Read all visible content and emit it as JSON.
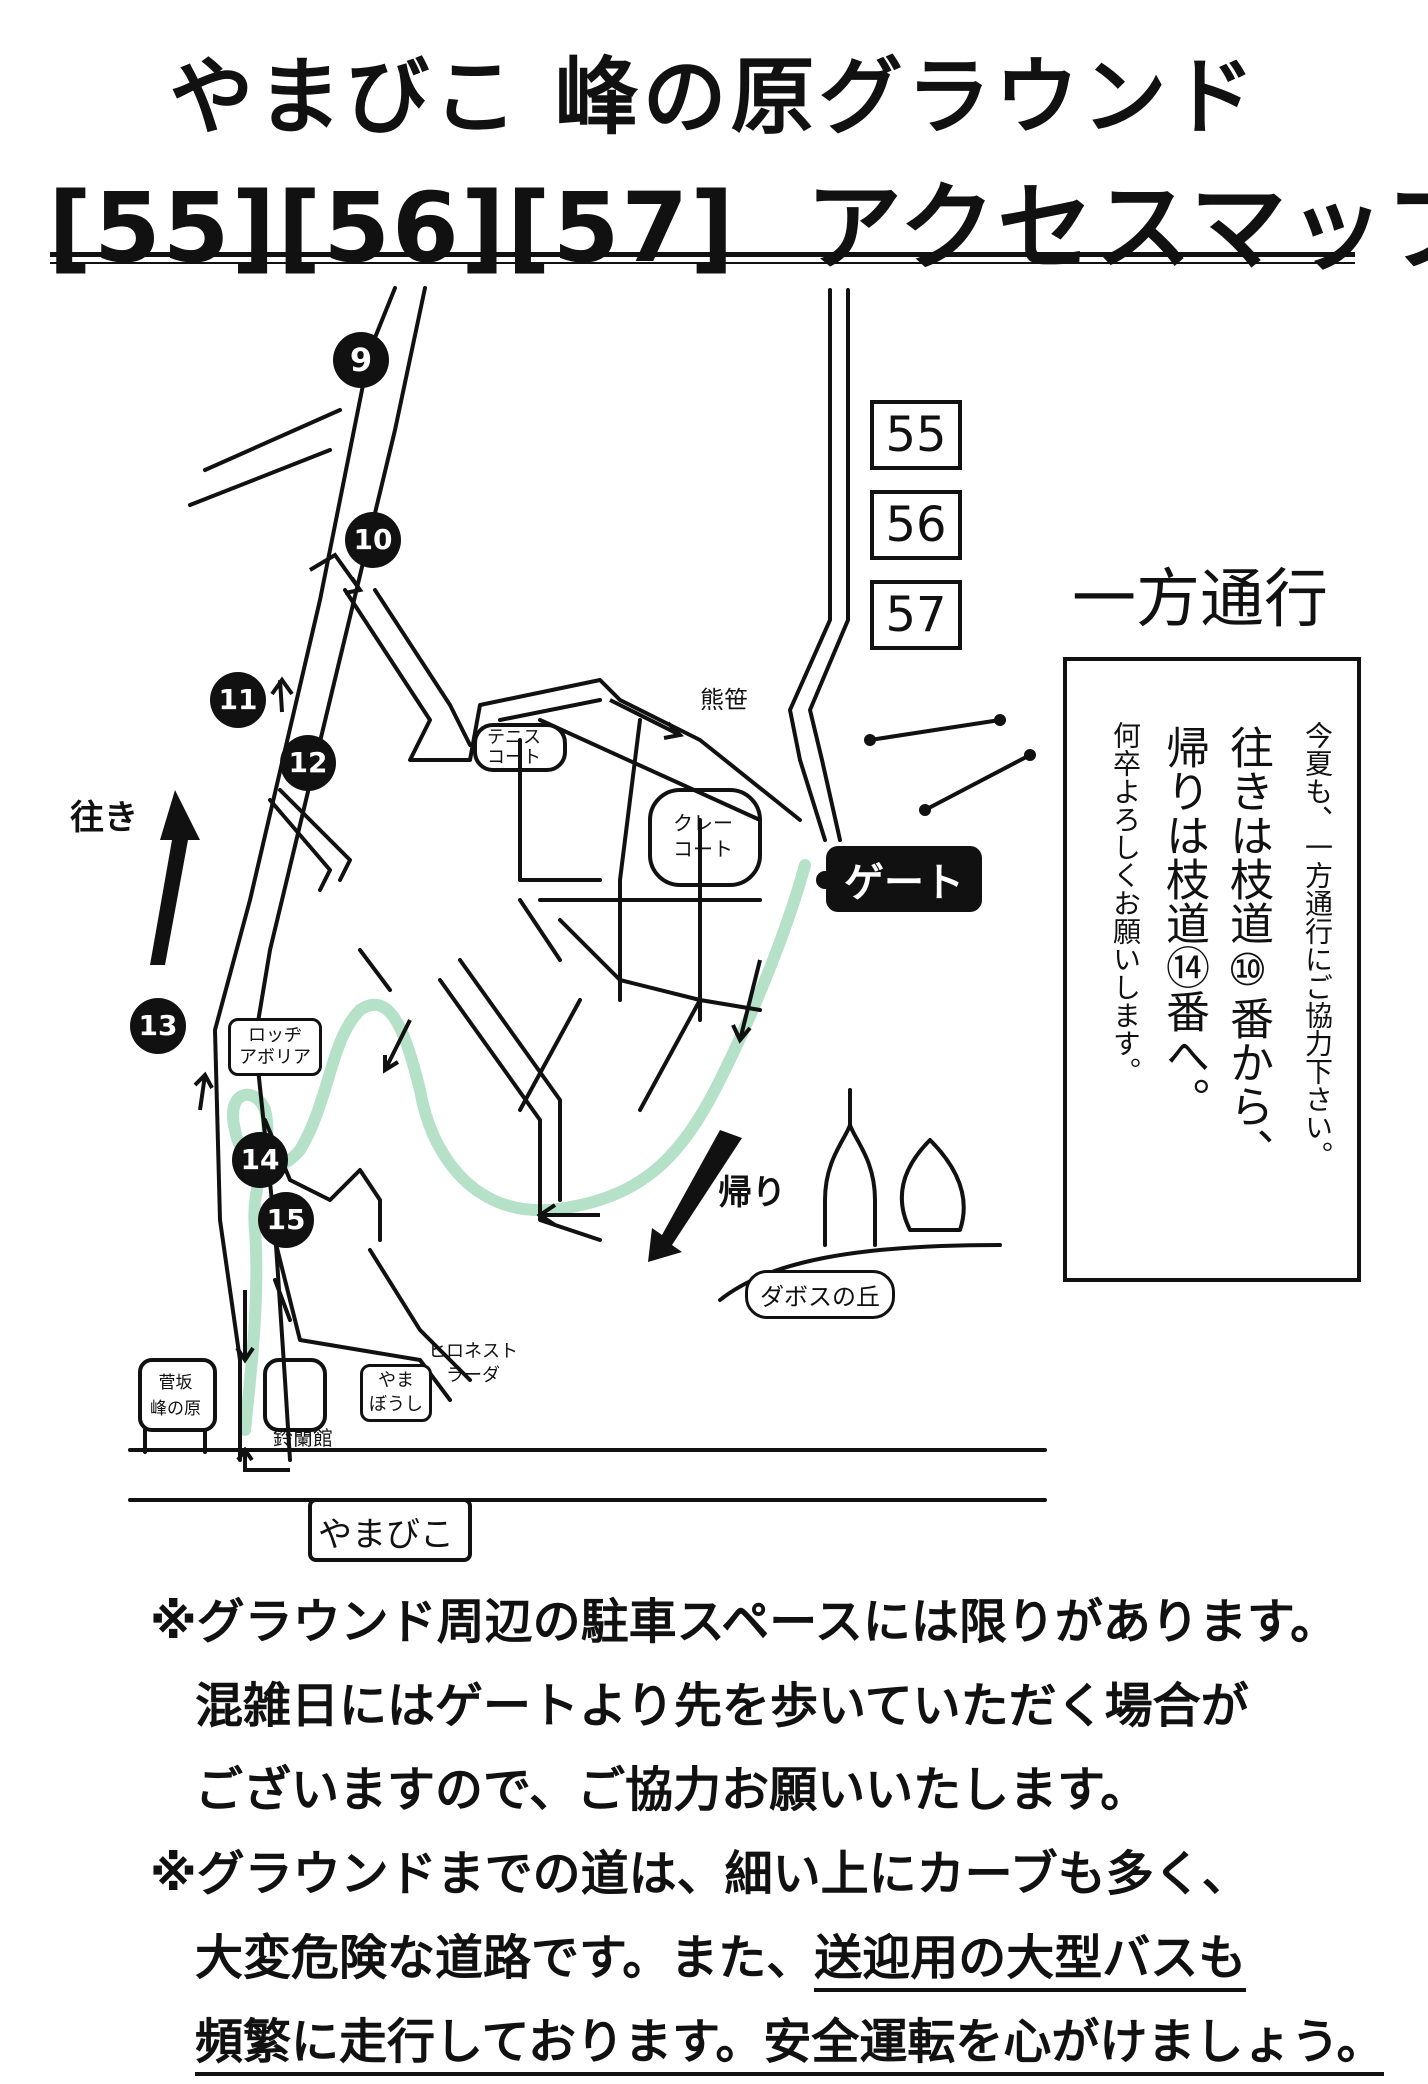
{
  "title": {
    "line1": "やまびこ 峰の原グラウンド",
    "codes": "[55][56][57]",
    "line2": "アクセスマップ"
  },
  "map": {
    "branch_numbers": [
      "9",
      "10",
      "11",
      "12",
      "13",
      "14",
      "15"
    ],
    "field_boxes": [
      "55",
      "56",
      "57"
    ],
    "labels": {
      "tennis_court": "テニス\nコート",
      "clay_court": "クレー\nコート",
      "kumazasa": "熊笹",
      "gate": "ゲート",
      "lodge": "ロッヂ\nアボリア",
      "sugadaira": "菅坂\n峰の原",
      "suzuran": "鈴蘭館",
      "yamaboushi": "やま\nぼうし",
      "hironesuta": "ヒロネスト\nラーダ",
      "dabosu": "ダボスの丘",
      "yamabiko": "やまびこ",
      "going": "往き",
      "returning": "帰り"
    },
    "oneway": {
      "title": "一方通行",
      "col1": "今夏も、一方通行にご協力下さい。",
      "col2": "往きは枝道⑩番から、",
      "col3": "帰りは枝道⑭番へ。",
      "col4": "何卒よろしくお願いします。"
    },
    "colors": {
      "route": "#a8dcc0",
      "ink": "#111111"
    }
  },
  "notes": [
    {
      "line1": "※グラウンド周辺の駐車スペースには限りがあります。",
      "line2": "混雑日にはゲートより先を歩いていただく場合が",
      "line3": "ございますので、ご協力お願いいたします。"
    },
    {
      "line1": "※グラウンドまでの道は、細い上にカーブも多く、",
      "line2a": "大変危険な道路です。また、",
      "line2b": "送迎用の大型バスも",
      "line3a": "頻繁に走行しております。",
      "line3b": "安全運転を心がけましょう。"
    }
  ]
}
